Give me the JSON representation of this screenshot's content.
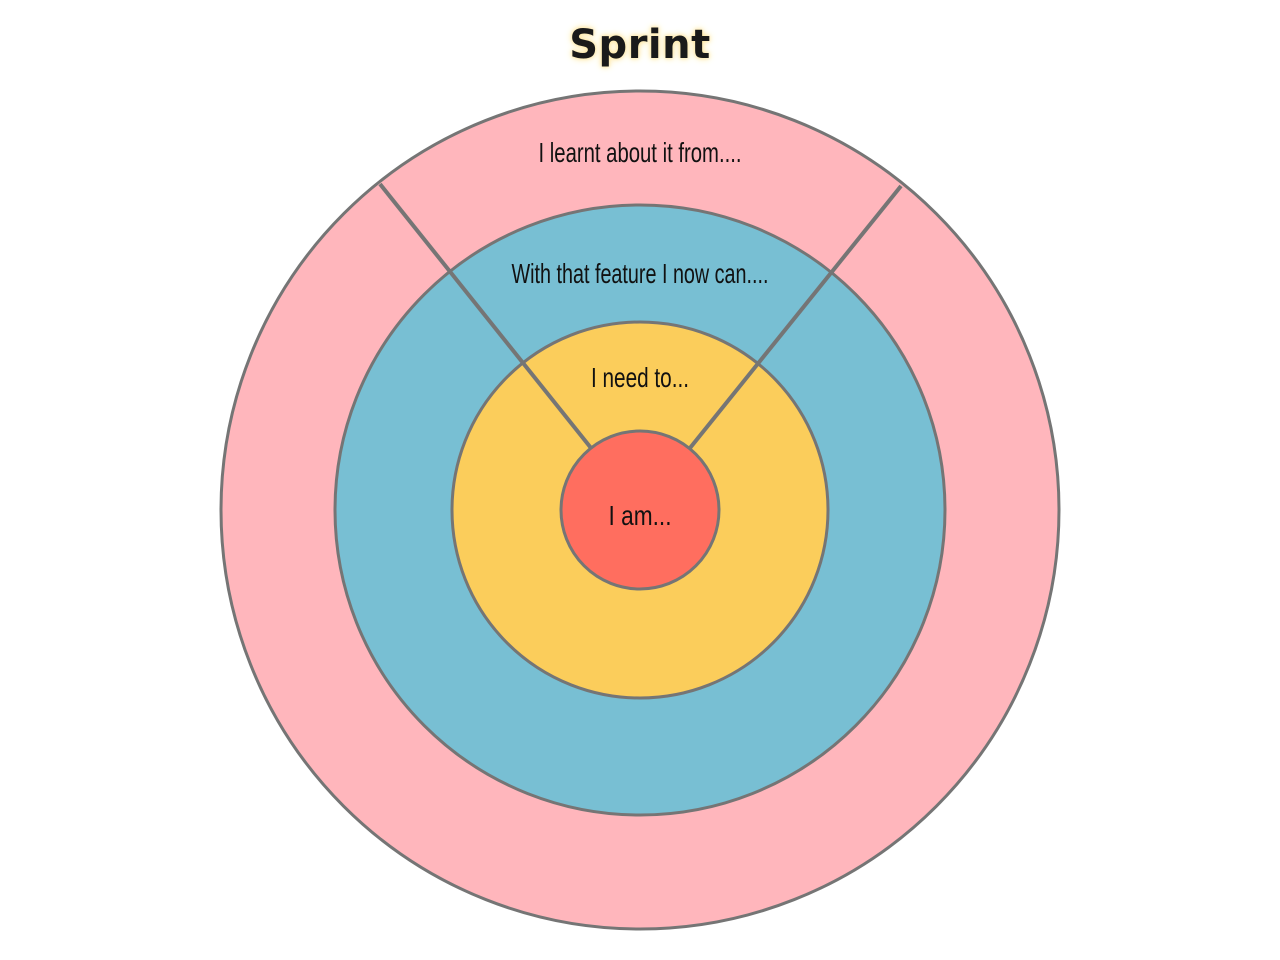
{
  "diagram": {
    "title": "Sprint",
    "rings": [
      {
        "id": "outer",
        "label": "I learnt about it from....",
        "color": "#FFB6BC"
      },
      {
        "id": "second",
        "label": "With that feature I now can....",
        "color": "#78BFD3"
      },
      {
        "id": "third",
        "label": "I need to...",
        "color": "#FBCD5B"
      },
      {
        "id": "center",
        "label": "I am...",
        "color": "#FF6E5F"
      }
    ],
    "stroke_color": "#757575"
  }
}
